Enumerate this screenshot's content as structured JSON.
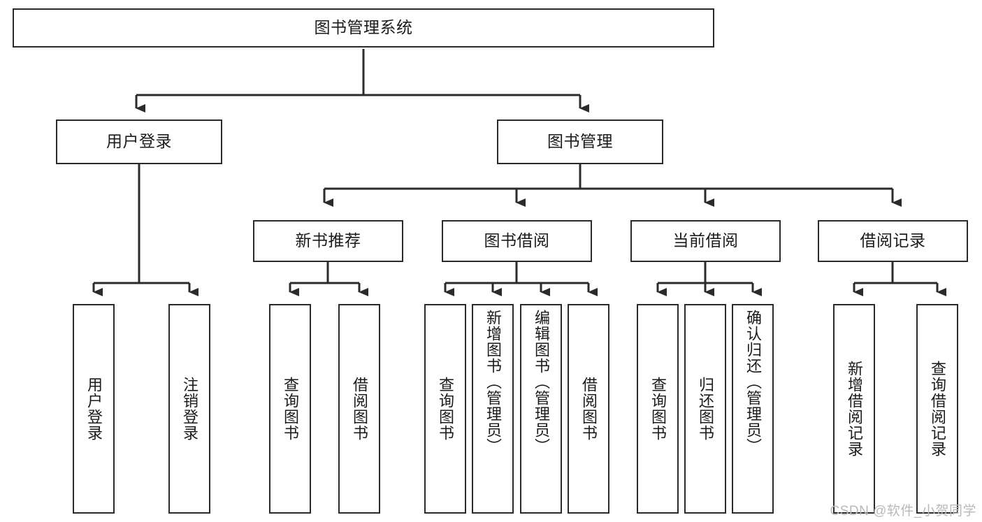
{
  "diagram": {
    "type": "tree-hierarchy-chart",
    "title_node": {
      "id": "root",
      "label": "图书管理系统"
    },
    "level2": [
      {
        "id": "user-login",
        "label": "用户登录"
      },
      {
        "id": "book-management",
        "label": "图书管理"
      }
    ],
    "level3": [
      {
        "id": "new-book-recommend",
        "label": "新书推荐",
        "parent": "book-management"
      },
      {
        "id": "book-borrow",
        "label": "图书借阅",
        "parent": "book-management"
      },
      {
        "id": "current-borrow",
        "label": "当前借阅",
        "parent": "book-management"
      },
      {
        "id": "borrow-record",
        "label": "借阅记录",
        "parent": "book-management"
      }
    ],
    "leaves": [
      {
        "id": "leaf-user-login",
        "label": "用户登录",
        "parent": "user-login"
      },
      {
        "id": "leaf-user-logout",
        "label": "注销登录",
        "parent": "user-login"
      },
      {
        "id": "leaf-query-book-1",
        "label": "查询图书",
        "parent": "new-book-recommend"
      },
      {
        "id": "leaf-borrow-book-1",
        "label": "借阅图书",
        "parent": "new-book-recommend"
      },
      {
        "id": "leaf-query-book-2",
        "label": "查询图书",
        "parent": "book-borrow"
      },
      {
        "id": "leaf-add-book",
        "label": "新增图书（管理员）",
        "parent": "book-borrow"
      },
      {
        "id": "leaf-edit-book",
        "label": "编辑图书（管理员）",
        "parent": "book-borrow"
      },
      {
        "id": "leaf-borrow-book-2",
        "label": "借阅图书",
        "parent": "book-borrow"
      },
      {
        "id": "leaf-query-book-3",
        "label": "查询图书",
        "parent": "current-borrow"
      },
      {
        "id": "leaf-return-book",
        "label": "归还图书",
        "parent": "current-borrow"
      },
      {
        "id": "leaf-confirm-return",
        "label": "确认归还（管理员）",
        "parent": "current-borrow"
      },
      {
        "id": "leaf-add-record",
        "label": "新增借阅记录",
        "parent": "borrow-record"
      },
      {
        "id": "leaf-query-record",
        "label": "查询借阅记录",
        "parent": "borrow-record"
      }
    ],
    "colors": {
      "stroke": "#2b2b2b",
      "box_fill": "#ffffff",
      "text": "#1b1b1b",
      "background": "#ffffff",
      "watermark": "#b9b9b9"
    }
  },
  "watermark": {
    "text": "CSDN @软件_小贺同学"
  }
}
